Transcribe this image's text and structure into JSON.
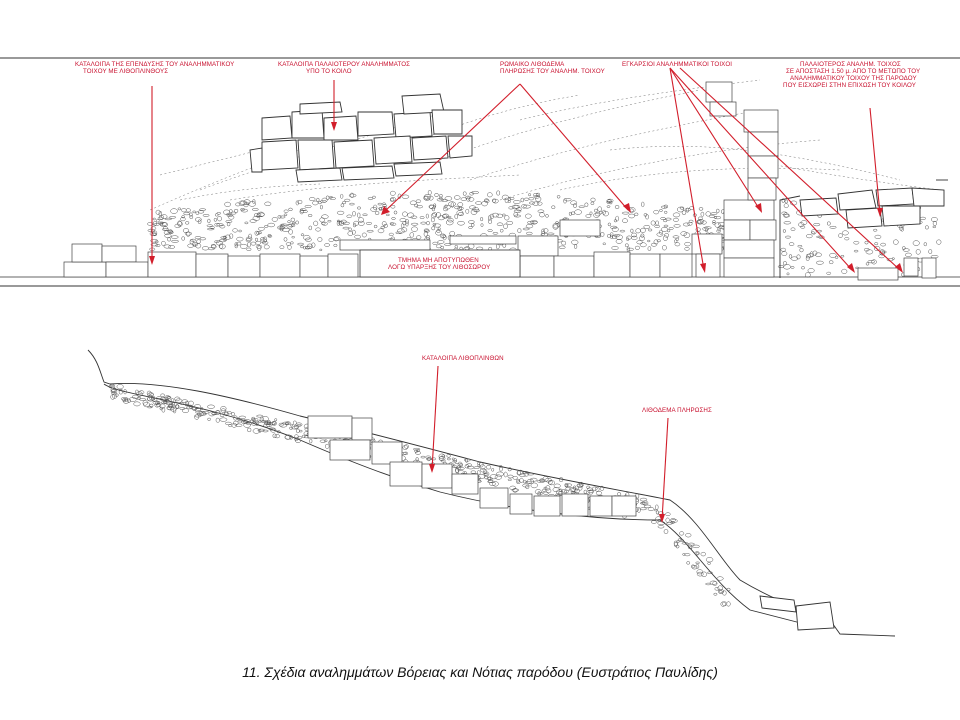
{
  "north_drawing": {
    "labels": [
      "ΚΑΤΑΛΟΙΠΑ ΤΗΣ ΕΠΕΝΔΥΣΗΣ ΤΟΥ ΑΝΑΛΗΜΜΑΤΙΚΟΥ",
      "ΤΟΙΧΟΥ ΜΕ ΛΙΘΟΠΛΙΝΘΟΥΣ",
      "ΚΑΤΑΛΟΙΠΑ ΠΑΛΑΙΟΤΕΡΟΥ ΑΝΑΛΗΜΜΑΤΟΣ",
      "ΥΠΟ ΤΟ ΚΟΙΛΟ",
      "ΡΩΜΑΙΚΟ ΛΙΘΟΔΕΜΑ",
      "ΠΛΗΡΩΣΗΣ ΤΟΥ ΑΝΑΛΗΜ. ΤΟΙΧΟΥ",
      "ΕΓΚΑΡΣΙΟΙ ΑΝΑΛΗΜΜΑΤΙΚΟΙ ΤΟΙΧΟΙ",
      "ΠΑΛΑΙΟΤΕΡΟΣ ΑΝΑΛΗΜ. ΤΟΙΧΟΣ",
      "ΣΕ ΑΠΟΣΤΑΣΗ 1.50 μ. ΑΠΟ ΤΟ ΜΕΤΩΠΟ ΤΟΥ",
      "ΑΝΑΛΗΜΜΑΤΙΚΟΥ ΤΟΙΧΟΥ ΤΗΣ ΠΑΡΟΔΟΥ",
      "ΠΟΥ ΕΙΣΧΩΡΕΙ ΣΤΗΝ ΕΠΙΧΩΣΗ ΤΟΥ ΚΟΙΛΟΥ",
      "ΤΜΗΜΑ ΜΗ ΑΠΟΤΥΠΩΘΕΝ",
      "ΛΟΓΩ ΥΠΑΡΞΗΣ ΤΟΥ ΛΙΘΟΣΩΡΟΥ"
    ]
  },
  "south_drawing": {
    "labels": [
      "ΚΑΤΑΛΟΙΠΑ ΛΙΘΟΠΛΙΝΘΩΝ",
      "ΛΙΘΟΔΕΜΑ ΠΛΗΡΩΣΗΣ"
    ]
  },
  "caption": "11. Σχέδια αναλημμάτων Βόρειας και Νότιας παρόδου (Ευστράτιος Παυλίδης)",
  "colors": {
    "annotation": "#d21e2b",
    "ink": "#333333"
  }
}
